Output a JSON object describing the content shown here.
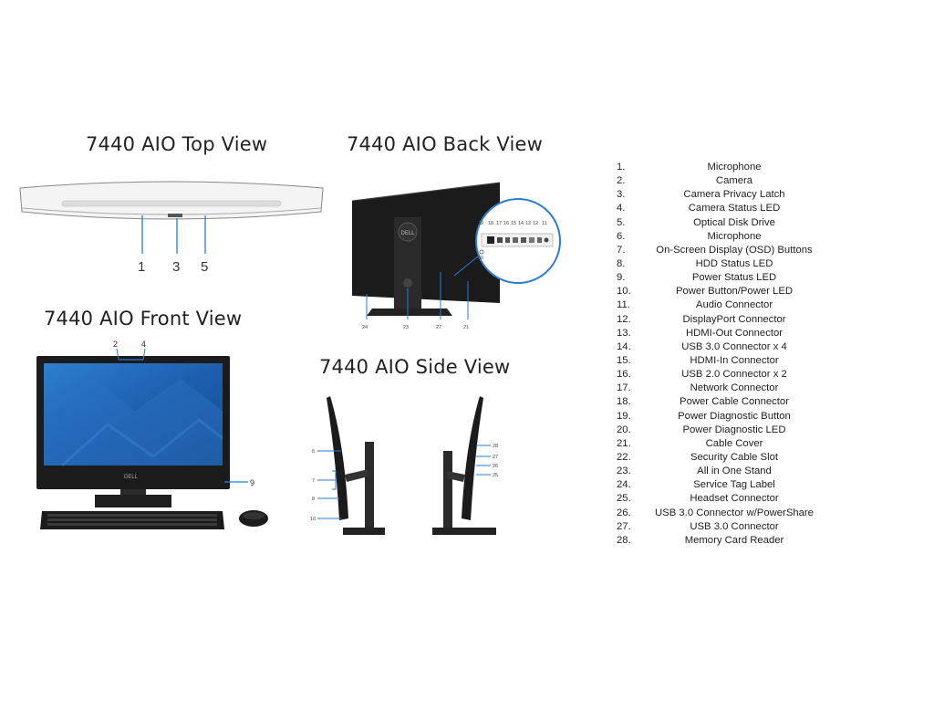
{
  "views": {
    "top": {
      "title": "7440 AIO Top View",
      "callouts": [
        "1",
        "3",
        "5"
      ]
    },
    "back": {
      "title": "7440 AIO Back View",
      "callouts_bottom": [
        "24",
        "23",
        "27",
        "21"
      ],
      "callouts_zoom": [
        "19",
        "18",
        "17",
        "16",
        "15",
        "14",
        "13",
        "12",
        "11"
      ],
      "callout_zoom_side": "20"
    },
    "front": {
      "title": "7440 AIO Front View",
      "callouts": [
        "2",
        "4",
        "9"
      ]
    },
    "side": {
      "title": "7440 AIO Side View",
      "callouts_left": [
        "6",
        "7",
        "8",
        "10"
      ],
      "callouts_right": [
        "28",
        "27",
        "26",
        "25"
      ]
    }
  },
  "legend": [
    {
      "num": "1.",
      "label": "Microphone"
    },
    {
      "num": "2.",
      "label": "Camera"
    },
    {
      "num": "3.",
      "label": "Camera Privacy Latch"
    },
    {
      "num": "4.",
      "label": "Camera Status LED"
    },
    {
      "num": "5.",
      "label": "Optical Disk Drive"
    },
    {
      "num": "6.",
      "label": "Microphone"
    },
    {
      "num": "7.",
      "label": "On-Screen Display (OSD) Buttons"
    },
    {
      "num": "8.",
      "label": "HDD Status LED"
    },
    {
      "num": "9.",
      "label": "Power Status LED"
    },
    {
      "num": "10.",
      "label": "Power Button/Power LED"
    },
    {
      "num": "11.",
      "label": "Audio Connector"
    },
    {
      "num": "12.",
      "label": "DisplayPort Connector"
    },
    {
      "num": "13.",
      "label": "HDMI-Out Connector"
    },
    {
      "num": "14.",
      "label": "USB 3.0 Connector x 4"
    },
    {
      "num": "15.",
      "label": "HDMI-In Connector"
    },
    {
      "num": "16.",
      "label": "USB 2.0 Connector x 2"
    },
    {
      "num": "17.",
      "label": "Network Connector"
    },
    {
      "num": "18.",
      "label": "Power Cable Connector"
    },
    {
      "num": "19.",
      "label": "Power Diagnostic Button"
    },
    {
      "num": "20.",
      "label": "Power Diagnostic LED"
    },
    {
      "num": "21.",
      "label": "Cable Cover"
    },
    {
      "num": "22.",
      "label": "Security Cable Slot"
    },
    {
      "num": "23.",
      "label": "All in One Stand"
    },
    {
      "num": "24.",
      "label": "Service Tag Label"
    },
    {
      "num": "25.",
      "label": "Headset Connector"
    },
    {
      "num": "26.",
      "label": "USB 3.0 Connector w/PowerShare"
    },
    {
      "num": "27.",
      "label": "USB 3.0 Connector"
    },
    {
      "num": "28.",
      "label": "Memory Card Reader"
    }
  ],
  "colors": {
    "callout_line": "#2b7bd6",
    "screen": "#1e5fae",
    "body": "#1b1b1b"
  },
  "brand": "DELL"
}
